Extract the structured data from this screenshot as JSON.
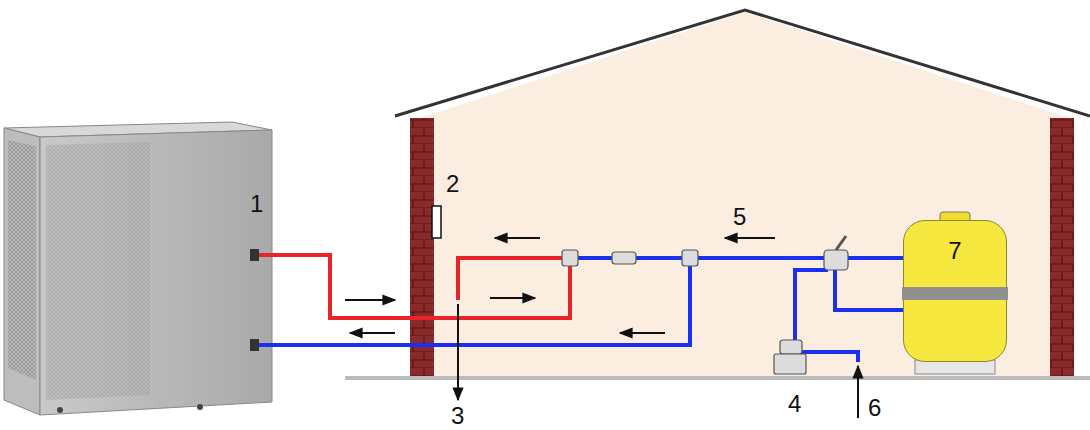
{
  "diagram": {
    "nodes": [
      {
        "text": [
          "7"
        ]
      }
    ],
    "labels": [
      "1",
      "2",
      "3",
      "4",
      "5",
      "6"
    ]
  }
}
